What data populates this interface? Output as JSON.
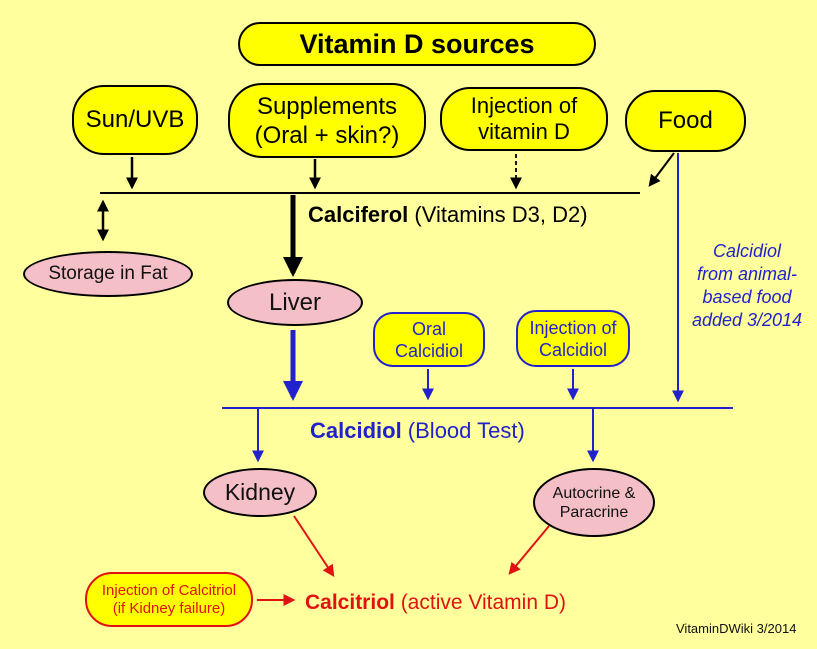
{
  "colors": {
    "background": "#FFFF9E",
    "node_yellow": "#FFFF00",
    "node_pink": "#F4BFC7",
    "blue": "#2222CC",
    "red": "#E01212",
    "black": "#000000"
  },
  "title": {
    "label": "Vitamin D sources"
  },
  "sources": {
    "sun": {
      "label": "Sun/UVB"
    },
    "supplements": {
      "line1": "Supplements",
      "line2": "(Oral + skin?)"
    },
    "injection_d": {
      "line1": "Injection of",
      "line2": "vitamin D"
    },
    "food": {
      "label": "Food"
    }
  },
  "calciferol": {
    "bold": "Calciferol",
    "rest": " (Vitamins D3, D2)"
  },
  "storage": {
    "label": "Storage in Fat"
  },
  "liver": {
    "label": "Liver"
  },
  "oral_calcidiol": {
    "line1": "Oral",
    "line2": "Calcidiol"
  },
  "injection_calcidiol": {
    "line1": "Injection of",
    "line2": "Calcidiol"
  },
  "food_note": {
    "line1": "Calcidiol",
    "line2": "from animal-",
    "line3": "based food",
    "line4": "added 3/2014"
  },
  "calcidiol": {
    "bold": "Calcidiol",
    "rest": " (Blood Test)"
  },
  "kidney": {
    "label": "Kidney"
  },
  "autocrine": {
    "line1": "Autocrine &",
    "line2": "Paracrine"
  },
  "calcitriol": {
    "bold": "Calcitriol",
    "rest": " (active Vitamin D)"
  },
  "injection_calcitriol": {
    "line1": "Injection of Calcitriol",
    "line2": "(if Kidney failure)"
  },
  "watermark": "VitaminDWiki 3/2014"
}
